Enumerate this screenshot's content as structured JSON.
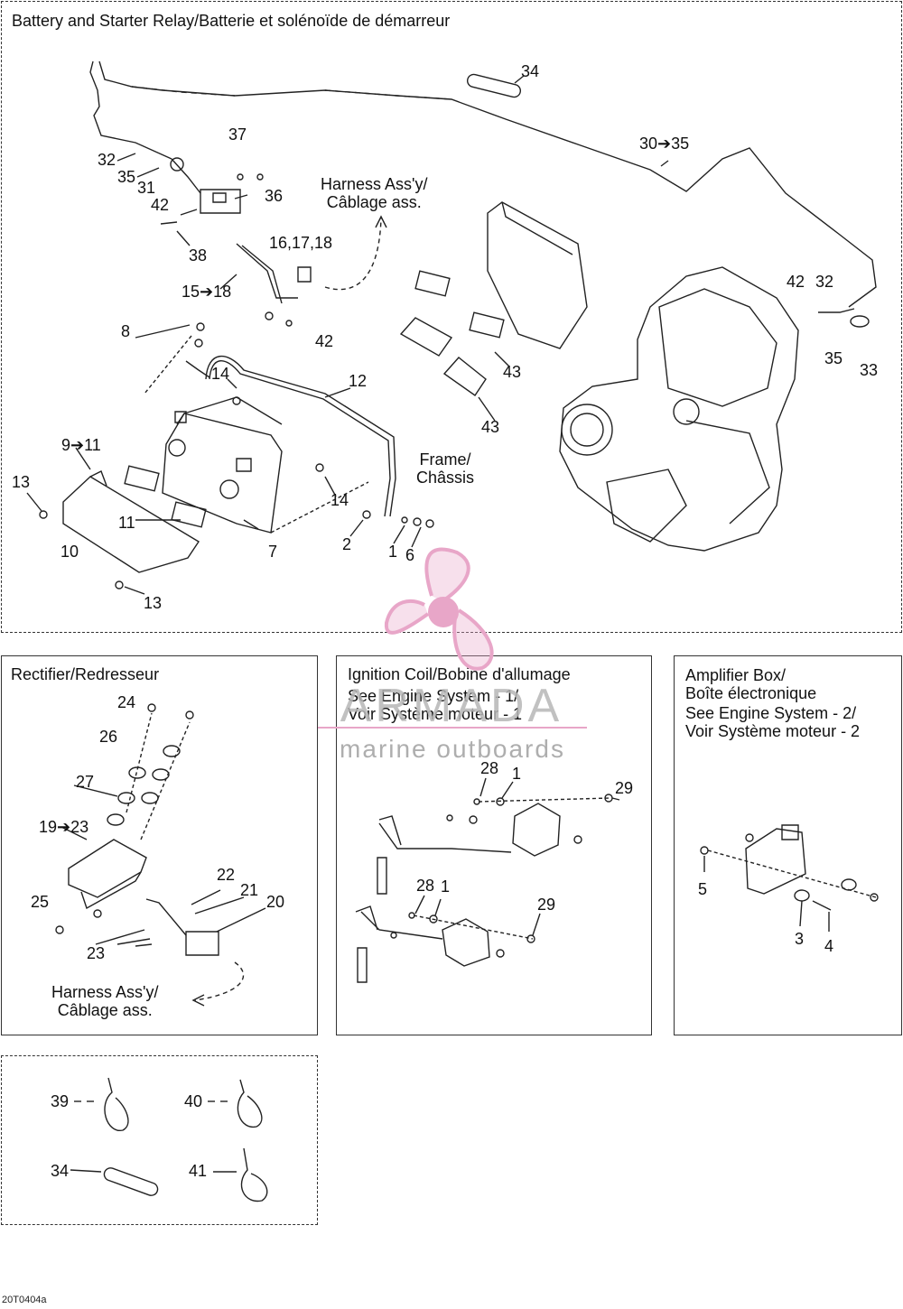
{
  "panels": {
    "battery": {
      "title": "Battery and Starter Relay/Batterie et solénoïde de démarreur",
      "harness": "Harness Ass'y/\nCâblage ass.",
      "frame": "Frame/\nChâssis"
    },
    "rectifier": {
      "title": "Rectifier/Redresseur",
      "harness": "Harness Ass'y/\nCâblage ass."
    },
    "ignition": {
      "title": "Ignition Coil/Bobine d'allumage",
      "note": "See Engine System - 1/\nVoir Système moteur - 1"
    },
    "amplifier": {
      "title": "Amplifier Box/\nBoîte électronique",
      "note": "See Engine System - 2/\nVoir Système moteur - 2"
    }
  },
  "callouts": {
    "battery": [
      "34",
      "30➔35",
      "32",
      "35",
      "31",
      "37",
      "42",
      "36",
      "38",
      "16,17,18",
      "15➔18",
      "42",
      "8",
      "14",
      "12",
      "42",
      "32",
      "35",
      "33",
      "43",
      "43",
      "9➔11",
      "13",
      "11",
      "10",
      "14",
      "2",
      "1",
      "6",
      "7",
      "13"
    ],
    "rectifier": [
      "24",
      "26",
      "27",
      "19➔23",
      "25",
      "22",
      "21",
      "20",
      "23"
    ],
    "ignition": [
      "28",
      "1",
      "29",
      "28",
      "1",
      "29"
    ],
    "amplifier": [
      "5",
      "3",
      "4"
    ],
    "ties": [
      "39",
      "40",
      "34",
      "41"
    ]
  },
  "watermark": {
    "name": "ARMADA",
    "sub": "marine outboards",
    "color": "#e8a6c8"
  },
  "figure_code": "20T0404a"
}
